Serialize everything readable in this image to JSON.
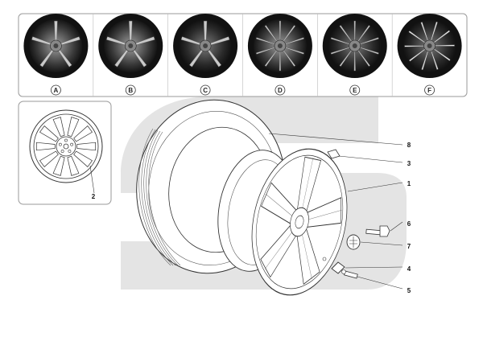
{
  "variants": [
    {
      "label": "A"
    },
    {
      "label": "B"
    },
    {
      "label": "C"
    },
    {
      "label": "D"
    },
    {
      "label": "E"
    },
    {
      "label": "F"
    }
  ],
  "inset": {
    "part_number": "2"
  },
  "callouts": [
    {
      "number": "8",
      "part": "tyre"
    },
    {
      "number": "3",
      "part": "balance-weight"
    },
    {
      "number": "1",
      "part": "wheel-rim"
    },
    {
      "number": "6",
      "part": "wheel-bolt"
    },
    {
      "number": "7",
      "part": "center-cap"
    },
    {
      "number": "4",
      "part": "pressure-sensor"
    },
    {
      "number": "5",
      "part": "valve"
    }
  ],
  "colors": {
    "line": "#333333",
    "watermark": "#e3e3e3",
    "frame": "#9a9a9a"
  }
}
